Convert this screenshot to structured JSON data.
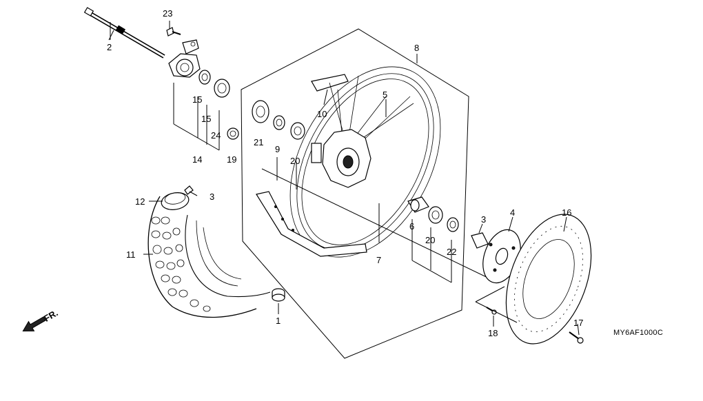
{
  "diagram": {
    "code": "MY6AF1000C",
    "direction_label": "FR.",
    "callouts": {
      "c1": "1",
      "c2": "2",
      "c3a": "3",
      "c3b": "3",
      "c4": "4",
      "c5": "5",
      "c6": "6",
      "c7": "7",
      "c8": "8",
      "c9": "9",
      "c10": "10",
      "c11": "11",
      "c12": "12",
      "c14": "14",
      "c15a": "15",
      "c15b": "15",
      "c16": "16",
      "c17": "17",
      "c18": "18",
      "c19": "19",
      "c20a": "20",
      "c20b": "20",
      "c21": "21",
      "c22": "22",
      "c23": "23",
      "c24": "24"
    }
  },
  "colors": {
    "line": "#000000",
    "background": "#ffffff"
  }
}
